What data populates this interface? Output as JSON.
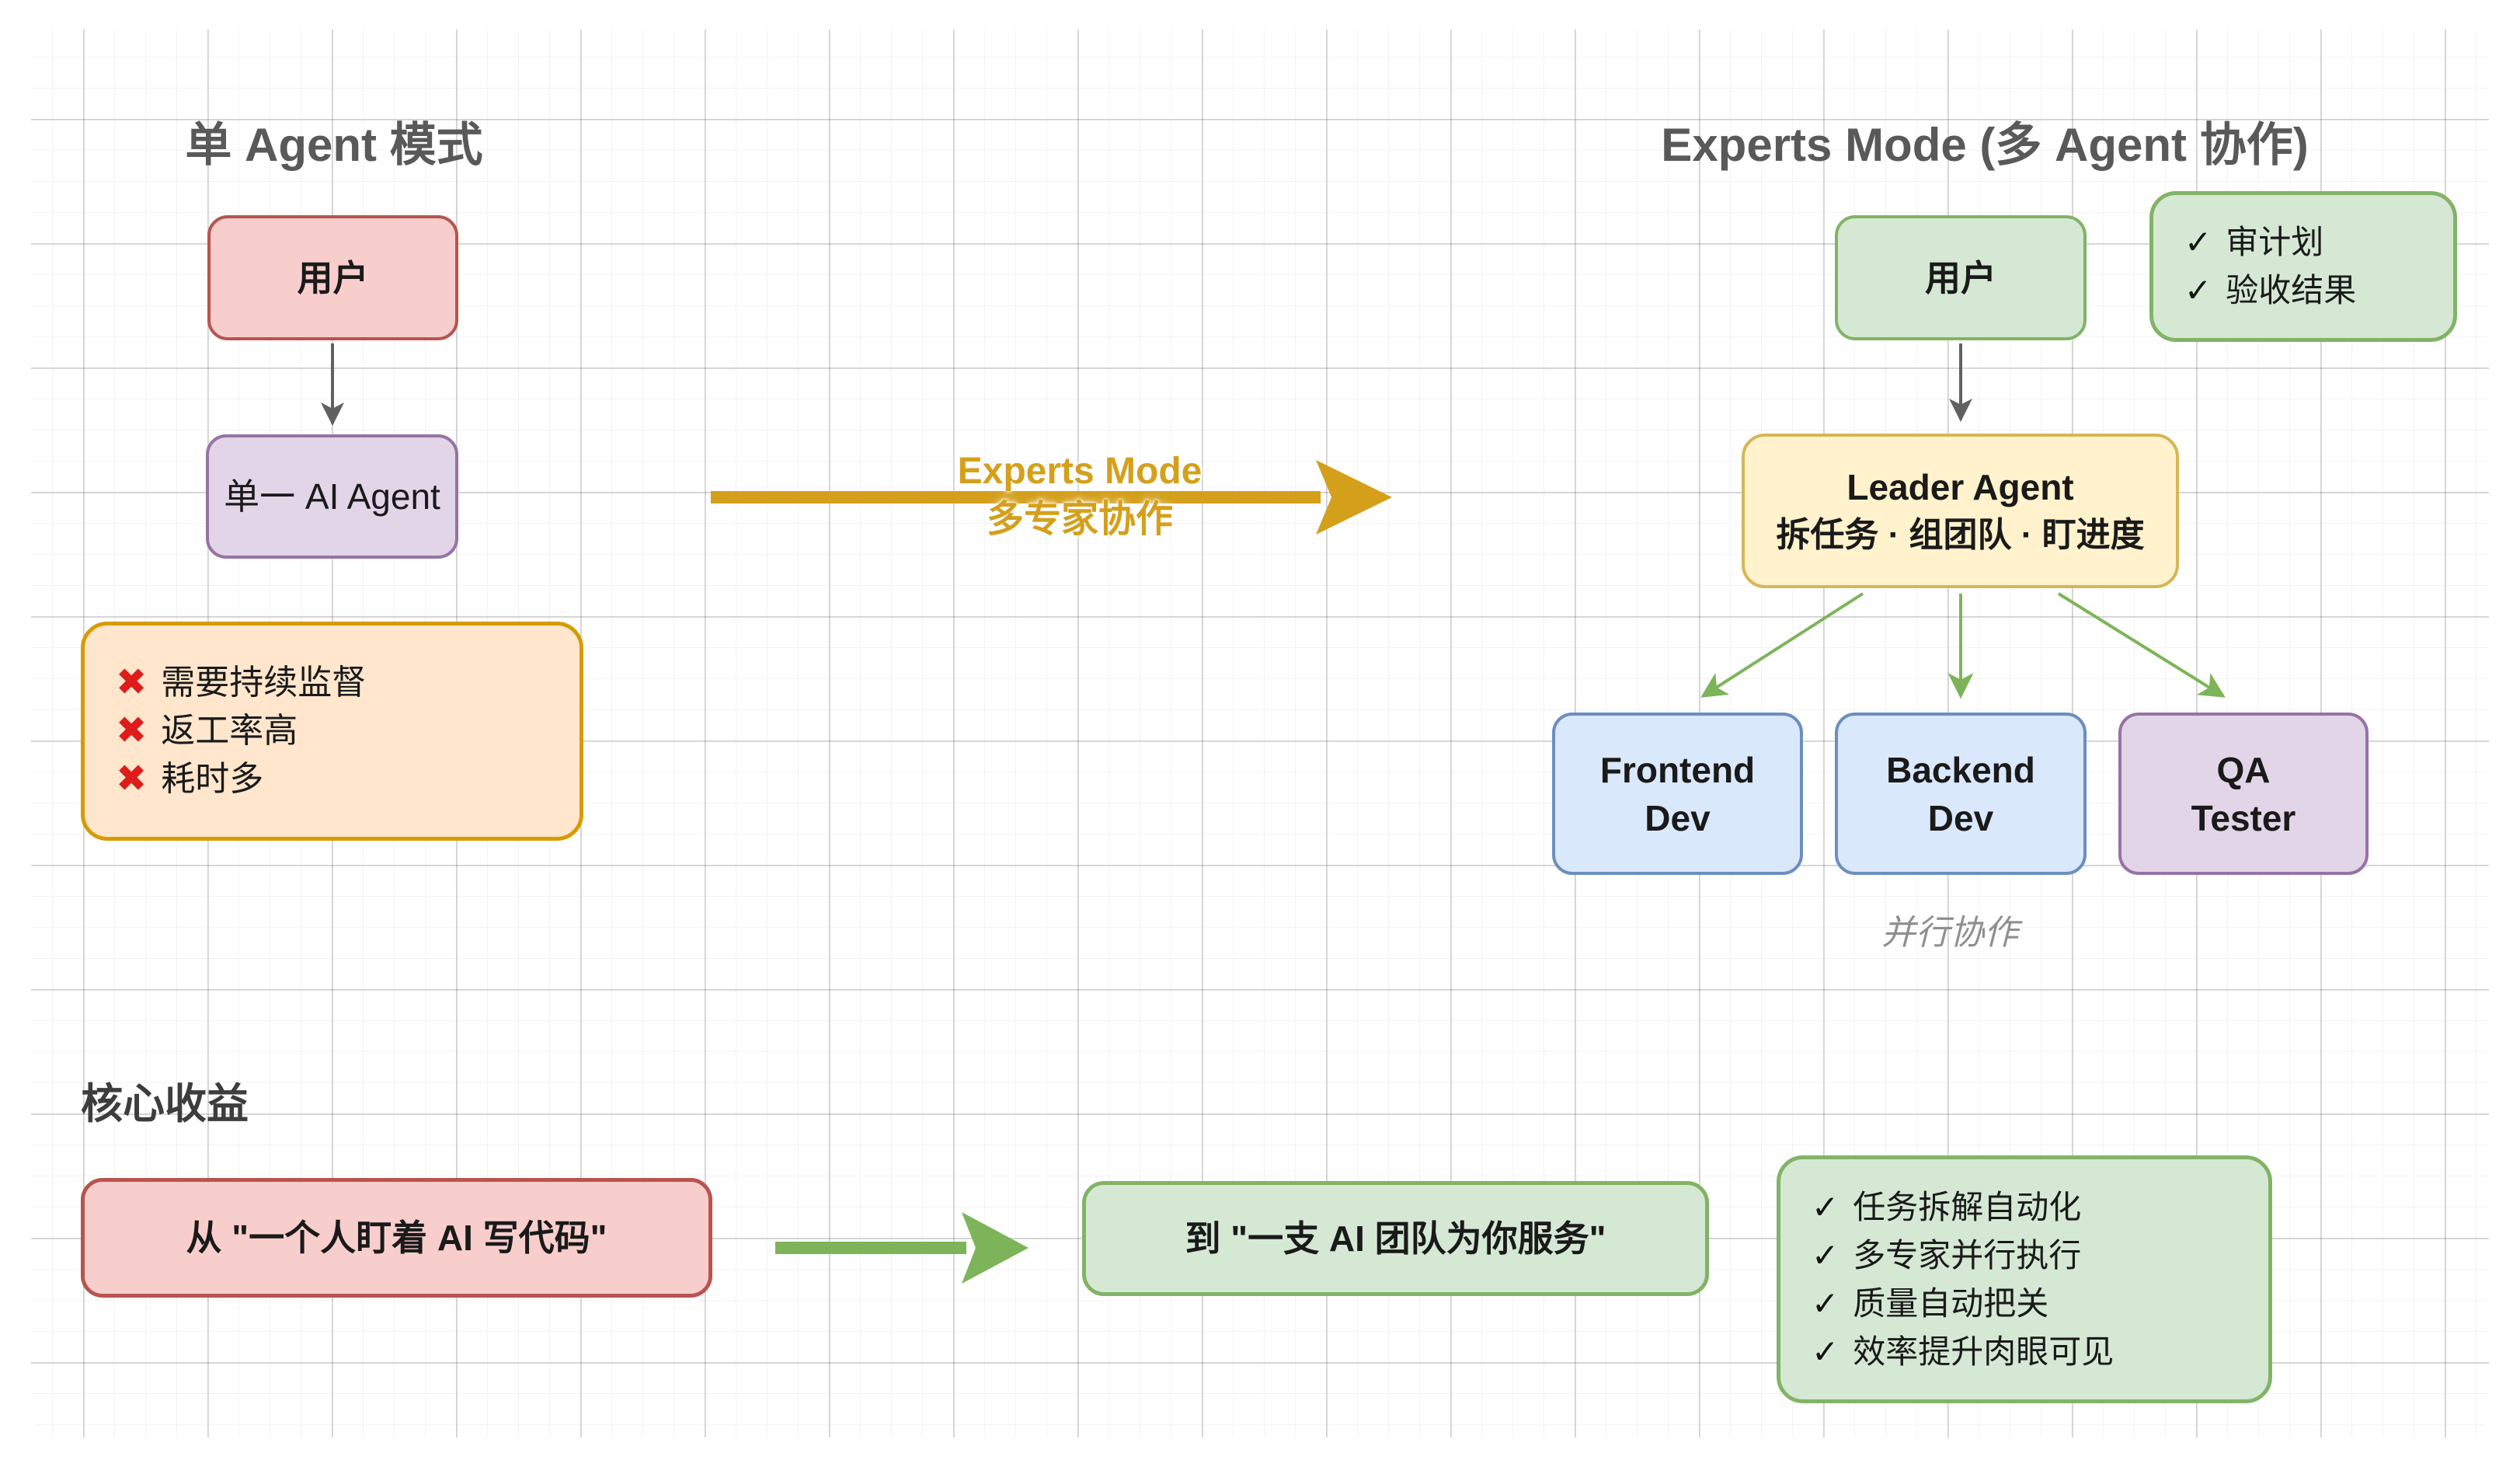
{
  "left_panel": {
    "title": "单 Agent 模式",
    "user_box": "用户",
    "agent_box": "单一 AI Agent",
    "cons": [
      "需要持续监督",
      "返工率高",
      "耗时多"
    ]
  },
  "transition": {
    "label_line1": "Experts Mode",
    "label_line2": "多专家协作"
  },
  "right_panel": {
    "title": "Experts Mode (多 Agent 协作)",
    "user_box": "用户",
    "user_actions": [
      "审计划",
      "验收结果"
    ],
    "leader_box": {
      "title": "Leader Agent",
      "subtitle": "拆任务 · 组团队 · 盯进度"
    },
    "workers": [
      {
        "line1": "Frontend",
        "line2": "Dev"
      },
      {
        "line1": "Backend",
        "line2": "Dev"
      },
      {
        "line1": "QA",
        "line2": "Tester"
      }
    ],
    "parallel_note": "并行协作"
  },
  "benefits": {
    "section_title": "核心收益",
    "from_box": "从 \"一个人盯着 AI 写代码\"",
    "to_box": "到 \"一支 AI 团队为你服务\"",
    "items": [
      "任务拆解自动化",
      "多专家并行执行",
      "质量自动把关",
      "效率提升肉眼可见"
    ]
  },
  "icons": {
    "cross": "✖",
    "check": "✓"
  },
  "colors": {
    "red_fill": "#f8cecc",
    "red_stroke": "#b85450",
    "purple_fill": "#e1d5e7",
    "purple_stroke": "#9673a6",
    "orange_fill": "#ffe6cc",
    "orange_stroke": "#d79b00",
    "yellow_fill": "#fff2cc",
    "yellow_stroke": "#d6b656",
    "green_fill": "#d5e8d4",
    "green_stroke": "#82b366",
    "blue_fill": "#dae8fc",
    "blue_stroke": "#6c8ebf",
    "gold_arrow": "#d4a01c",
    "green_arrow": "#7db45a",
    "gray_arrow": "#616161",
    "cross_red": "#de1c1c"
  }
}
